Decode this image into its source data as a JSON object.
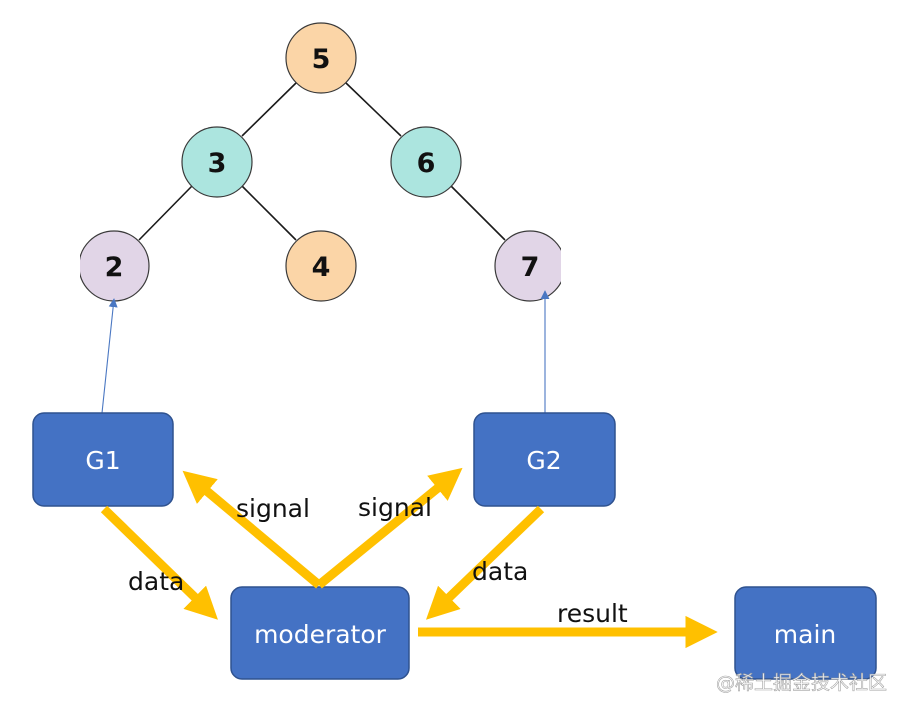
{
  "tree": {
    "nodes": [
      {
        "id": "n5",
        "label": "5",
        "fill": "#fbd5a7"
      },
      {
        "id": "n3",
        "label": "3",
        "fill": "#ace5df"
      },
      {
        "id": "n6",
        "label": "6",
        "fill": "#ace5df"
      },
      {
        "id": "n2",
        "label": "2",
        "fill": "#e1d5e7"
      },
      {
        "id": "n4",
        "label": "4",
        "fill": "#fbd5a7"
      },
      {
        "id": "n7",
        "label": "7",
        "fill": "#e1d5e7"
      }
    ],
    "edges": [
      {
        "from": "n5",
        "to": "n3"
      },
      {
        "from": "n5",
        "to": "n6"
      },
      {
        "from": "n3",
        "to": "n2"
      },
      {
        "from": "n3",
        "to": "n4"
      },
      {
        "from": "n6",
        "to": "n7"
      }
    ]
  },
  "boxes": {
    "g1": "G1",
    "g2": "G2",
    "moderator": "moderator",
    "main": "main"
  },
  "arrow_labels": {
    "signal_left": "signal",
    "signal_right": "signal",
    "data_left": "data",
    "data_right": "data",
    "result": "result"
  },
  "watermark": "@稀土掘金技术社区",
  "colors": {
    "box_fill": "#4472c4",
    "box_stroke": "#2f528f",
    "arrow": "#ffc000",
    "pointer": "#4a77c2",
    "tree_edge": "#1a1a1a",
    "node_stroke": "#3a3a3a"
  }
}
